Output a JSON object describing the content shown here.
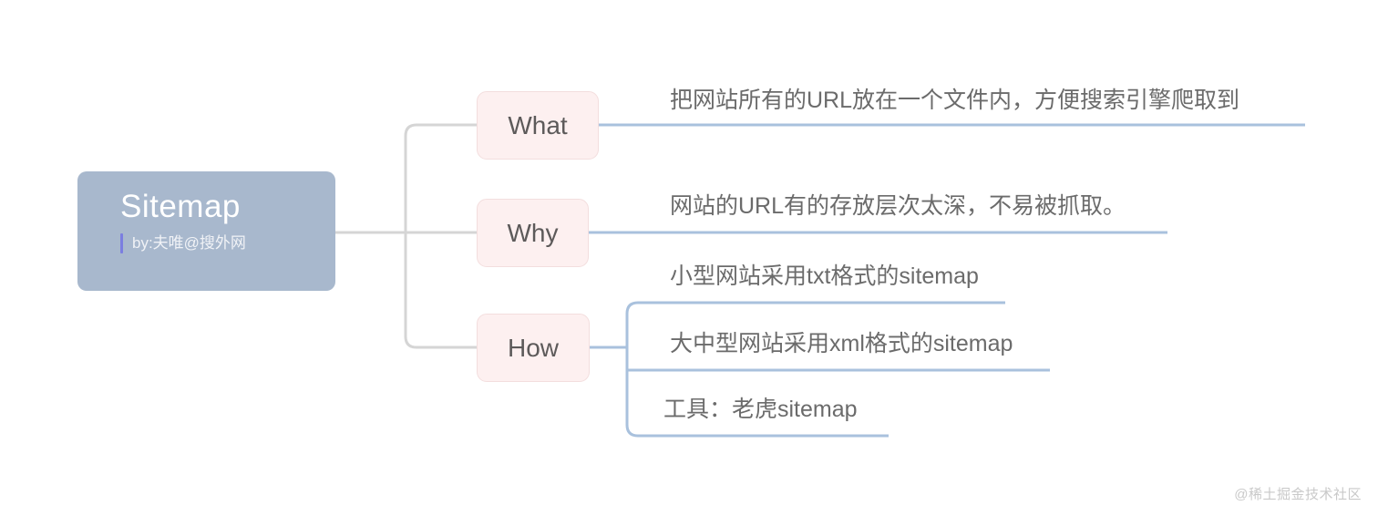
{
  "diagram": {
    "title": "Sitemap",
    "type": "mindmap",
    "background": "#ffffff",
    "root": {
      "label": "Sitemap",
      "subtitle": "by:夫唯@搜外网",
      "fill": "#a8b8cd",
      "text_color": "#ffffff",
      "accent_bar_color": "#7b7ee0"
    },
    "branch_style": {
      "fill": "#fdf0f0",
      "border": "#f3dede",
      "text_color": "#5d5a5a"
    },
    "connector_colors": {
      "root_to_branch": "#d5d5d5",
      "branch_to_leaf": "#a9c1dd"
    },
    "branches": [
      {
        "label": "What",
        "leaves": [
          {
            "text": "把网站所有的URL放在一个文件内，方便搜索引擎爬取到"
          }
        ]
      },
      {
        "label": "Why",
        "leaves": [
          {
            "text": "网站的URL有的存放层次太深，不易被抓取。"
          }
        ]
      },
      {
        "label": "How",
        "leaves": [
          {
            "text": "小型网站采用txt格式的sitemap"
          },
          {
            "text": "大中型网站采用xml格式的sitemap"
          },
          {
            "text": "工具：老虎sitemap"
          }
        ]
      }
    ]
  },
  "watermark": {
    "text": "@稀土掘金技术社区"
  }
}
